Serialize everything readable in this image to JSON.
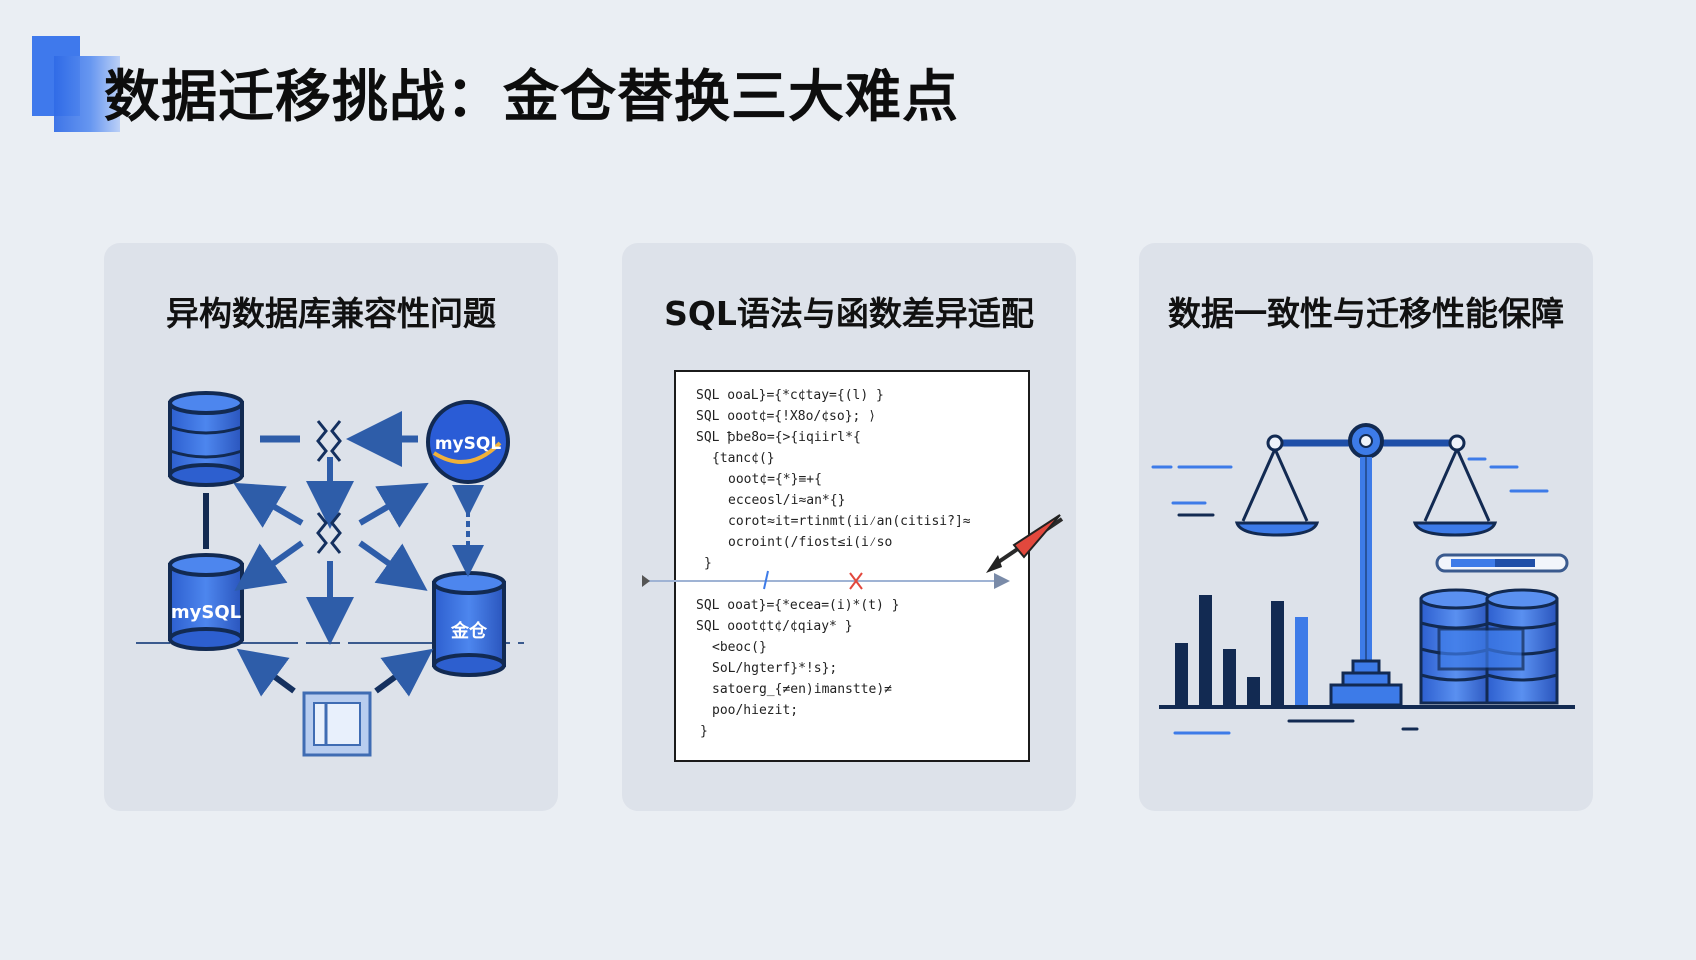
{
  "slide": {
    "title": "数据迁移挑战：金仓替换三大难点"
  },
  "panels": [
    {
      "title": "异构数据库兼容性问题",
      "db_labels": [
        "mySQL",
        "mySQL",
        "金仓"
      ],
      "icons": [
        "database-icon",
        "mysql-logo-icon",
        "kingbase-database-icon",
        "server-box-icon",
        "broken-link-icon"
      ]
    },
    {
      "title": "SQL语法与函数差异适配",
      "code_lines": [
        "SQL ooaL}={*c¢tay={(l) }",
        "SQL ooot¢={!X8o/¢so}; ⟩",
        "SQL ꝥbe8o={>{iqiirl*{",
        "{tanc¢(}",
        "ooot¢={*}≡+{",
        "ecceosl/i≈an*{}",
        "corot≈it=rtinmt(ii⁄an(citisi?]≈",
        "ocroint(/fiost≤i(i⁄so",
        "}",
        "SQL ooat}={*ecea=(i)*(t) }",
        "SQL ooot¢t¢/¢qiay* }",
        "<beoc(}",
        "SoL/hgterf}*!s};",
        "satoerg_{≠en)imanstte)≠",
        "poo/hiezit;",
        "}"
      ],
      "icons": [
        "code-document-icon",
        "error-arrow-icon",
        "syntax-error-icon"
      ]
    },
    {
      "title": "数据一致性与迁移性能保障",
      "chart_data": {
        "type": "bar",
        "values": [
          62,
          110,
          56,
          28,
          104,
          88
        ]
      },
      "icons": [
        "balance-scale-icon",
        "progress-bar-icon",
        "database-stack-icon"
      ]
    }
  ],
  "colors": {
    "accent": "#3f79ec",
    "navy": "#14305f",
    "bar_navy": "#122a52",
    "bar_blue": "#3d7be8",
    "error": "#e2483d"
  }
}
